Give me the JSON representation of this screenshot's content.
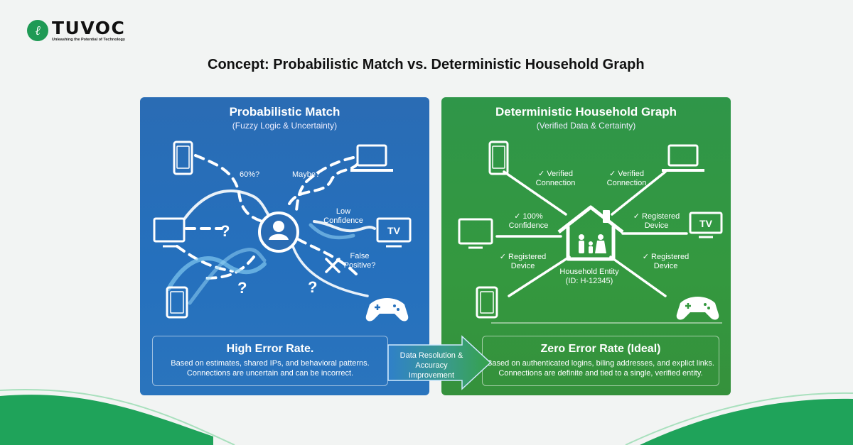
{
  "brand": {
    "name": "TUVOC",
    "tagline": "Unleashing the Potential of Technology",
    "icon": "leaf-letter-icon"
  },
  "title": "Concept:  Probabilistic Match vs. Deterministic Household Graph",
  "colors": {
    "prob_panel": "#2570bd",
    "det_panel": "#34983f",
    "brand_green": "#1f9a55"
  },
  "probabilistic": {
    "title": "Probabilistic Match",
    "subtitle": "(Fuzzy Logic & Uncertainty)",
    "labels": {
      "pct": "60%?",
      "maybe": "Maybe?",
      "low": "Low\nConfidence",
      "false_pos": "False\nPositive?",
      "q": "?",
      "tv": "TV"
    },
    "summary": {
      "heading": "High Error Rate.",
      "line1": "Based on estimates, shared IPs, and behavioral patterns.",
      "line2": "Connections are uncertain and can be incorrect."
    }
  },
  "arrow_label": "Data Resolution & Accuracy Improvement",
  "deterministic": {
    "title": "Deterministic Household Graph",
    "subtitle": "(Verified Data  & Certainty)",
    "labels": {
      "verified1": "✓ Verified\nConnection",
      "verified2": "✓ Verified\nConnection",
      "confidence": "✓ 100%\nConfidence",
      "registered1": "✓ Registered\nDevice",
      "registered2": "✓ Registered\nDevice",
      "registered3": "✓ Registered\nDevice",
      "entity": "Household Entity\n(ID: H-12345)",
      "tv": "TV"
    },
    "summary": {
      "heading": "Zero Error Rate (Ideal)",
      "line1": "Based on authenticated logins, biling addresses, and explict links.",
      "line2": "Connections are definite and tied to a single, verified entity."
    }
  }
}
